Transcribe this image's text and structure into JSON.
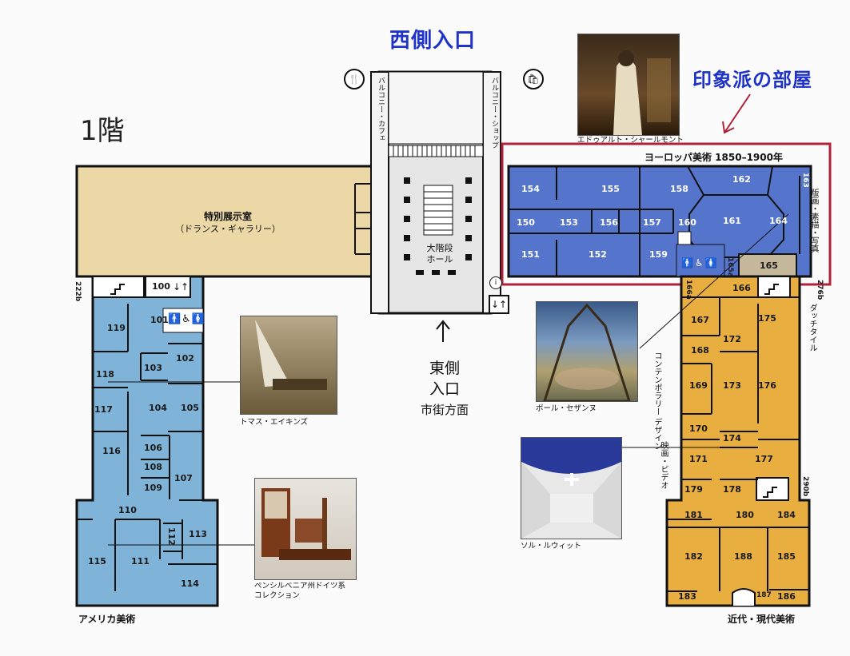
{
  "header": {
    "west_entrance": "西側入口",
    "floor": "1階",
    "impressionist_room": "印象派の部屋"
  },
  "wings": {
    "special_exhibit": "特別展示室",
    "special_exhibit_sub": "（ドランス・ギャラリー）",
    "european": "ヨーロッパ美術 1850–1900年",
    "american": "アメリカ美術",
    "modern": "近代・現代美術"
  },
  "center": {
    "grand_stair_1": "大階段",
    "grand_stair_2": "ホール",
    "east_entrance_1": "東側",
    "east_entrance_2": "入口",
    "east_entrance_3": "市街方面",
    "balcony_cafe": "バルコニー・カフェ",
    "balcony_shop": "バルコニー・ショップ"
  },
  "side_labels": {
    "prints": "版画・素描・写真",
    "dutch_tiles": "ダッチタイル",
    "contemporary": "コンテンポラリー デザイン",
    "film": "映画・ビデオ"
  },
  "captions": {
    "eakins": "トマス・エイキンズ",
    "cezanne": "ポール・セザンヌ",
    "lewitt": "ソル・ルウィット",
    "pennsylvania": "ペンシルベニア州ドイツ系\nコレクション",
    "charlemont": "エドゥアルト・シャールモント"
  },
  "rooms": {
    "american": [
      "100",
      "101",
      "102",
      "103",
      "104",
      "105",
      "106",
      "107",
      "108",
      "109",
      "110",
      "111",
      "112",
      "113",
      "114",
      "115",
      "116",
      "117",
      "118",
      "119",
      "222b"
    ],
    "european": [
      "150",
      "151",
      "152",
      "153",
      "154",
      "155",
      "156",
      "157",
      "158",
      "159",
      "160",
      "161",
      "162",
      "163",
      "164",
      "165",
      "165a"
    ],
    "modern": [
      "166",
      "167",
      "168",
      "169",
      "170",
      "171",
      "172",
      "173",
      "174",
      "175",
      "176",
      "177",
      "178",
      "179",
      "180",
      "181",
      "182",
      "183",
      "184",
      "185",
      "186",
      "187",
      "188",
      "276b",
      "290b",
      "166a"
    ]
  },
  "colors": {
    "american": "#7fb3d8",
    "european": "#5574cc",
    "modern": "#e8ae40",
    "special": "#ecd7a7",
    "center": "#e6e6e6",
    "highlight_box": "#b0223a",
    "title_blue": "#1f33c8"
  }
}
